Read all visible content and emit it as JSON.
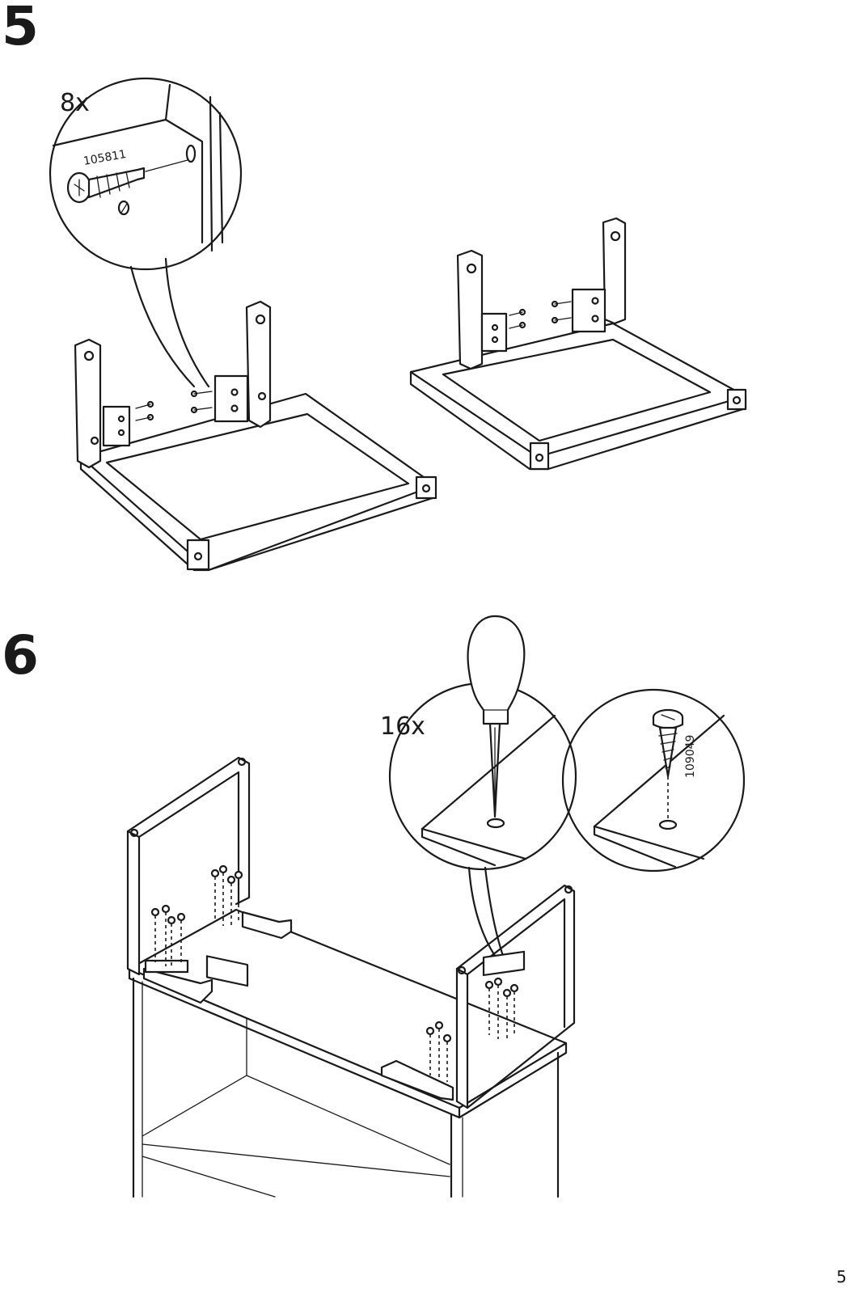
{
  "page": {
    "number": "5"
  },
  "steps": [
    {
      "number": "5",
      "quantity": "8x",
      "part_code": "105811"
    },
    {
      "number": "6",
      "quantity": "16x",
      "part_code": "109049"
    }
  ],
  "icons": {
    "screw": "screw-icon",
    "screwdriver": "awl-icon",
    "bracket": "corner-bracket-icon"
  }
}
